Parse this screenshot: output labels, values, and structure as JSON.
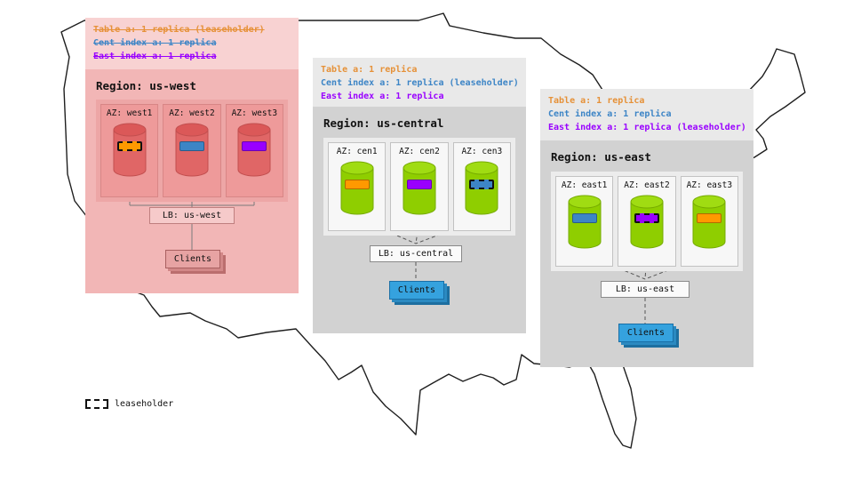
{
  "legend": {
    "label": "leaseholder"
  },
  "colors": {
    "table_orange_text": "#e69138",
    "cent_blue_text": "#3d85c6",
    "east_purple_text": "#9900ff",
    "chip_orange": "#ff9900",
    "chip_blue": "#3d85c6",
    "chip_purple": "#9900ff",
    "clients_blue": "#35a2de",
    "west_panel_pink": "#f2b6b6",
    "gray_panel": "#d2d2d2",
    "green_cylinder": "#8fce00",
    "red_cylinder": "#e06666"
  },
  "regions": [
    {
      "name": "us-west",
      "title": "Region: us-west",
      "annotations": [
        {
          "text": "Table a: 1 replica (leaseholder)",
          "color": "#e69138",
          "strikethrough": true
        },
        {
          "text": "Cent index a: 1 replica",
          "color": "#3d85c6",
          "strikethrough": true
        },
        {
          "text": "East index a: 1 replica",
          "color": "#9900ff",
          "strikethrough": true
        }
      ],
      "azs": [
        {
          "label": "AZ: west1",
          "replica_color": "#ff9900",
          "leaseholder": true
        },
        {
          "label": "AZ: west2",
          "replica_color": "#3d85c6",
          "leaseholder": false
        },
        {
          "label": "AZ: west3",
          "replica_color": "#9900ff",
          "leaseholder": false
        }
      ],
      "lb_label": "LB: us-west",
      "clients_label": "Clients"
    },
    {
      "name": "us-central",
      "title": "Region: us-central",
      "annotations": [
        {
          "text": "Table a: 1 replica",
          "color": "#e69138",
          "strikethrough": false
        },
        {
          "text": "Cent index a: 1 replica (leaseholder)",
          "color": "#3d85c6",
          "strikethrough": false
        },
        {
          "text": "East index a: 1 replica",
          "color": "#9900ff",
          "strikethrough": false
        }
      ],
      "azs": [
        {
          "label": "AZ: cen1",
          "replica_color": "#ff9900",
          "leaseholder": false
        },
        {
          "label": "AZ: cen2",
          "replica_color": "#9900ff",
          "leaseholder": false
        },
        {
          "label": "AZ: cen3",
          "replica_color": "#3d85c6",
          "leaseholder": true
        }
      ],
      "lb_label": "LB: us-central",
      "clients_label": "Clients"
    },
    {
      "name": "us-east",
      "title": "Region: us-east",
      "annotations": [
        {
          "text": "Table a: 1 replica",
          "color": "#e69138",
          "strikethrough": false
        },
        {
          "text": "Cent index a: 1 replica",
          "color": "#3d85c6",
          "strikethrough": false
        },
        {
          "text": "East index a: 1 replica (leaseholder)",
          "color": "#9900ff",
          "strikethrough": false
        }
      ],
      "azs": [
        {
          "label": "AZ: east1",
          "replica_color": "#3d85c6",
          "leaseholder": false
        },
        {
          "label": "AZ: east2",
          "replica_color": "#9900ff",
          "leaseholder": true
        },
        {
          "label": "AZ: east3",
          "replica_color": "#ff9900",
          "leaseholder": false
        }
      ],
      "lb_label": "LB: us-east",
      "clients_label": "Clients"
    }
  ]
}
